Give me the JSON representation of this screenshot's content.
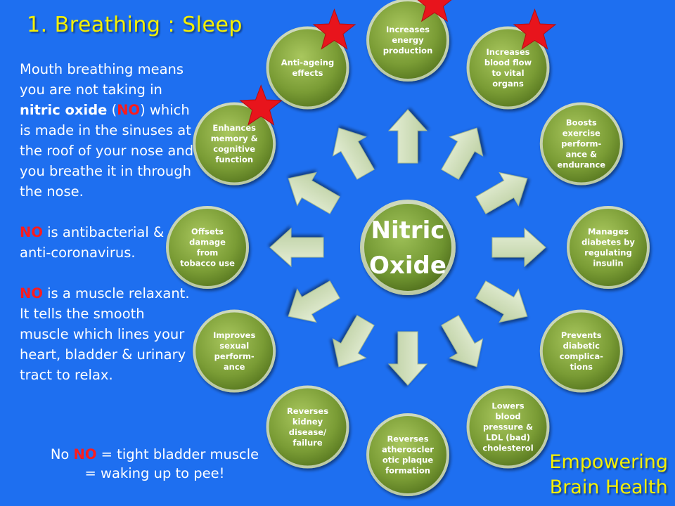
{
  "title": "1. Breathing : Sleep",
  "left_text": {
    "p1": {
      "before": "Mouth breathing means you are not taking in ",
      "bold": "nitric oxide",
      "open": " (",
      "abbr": "NO",
      "after": ") which is made in the sinuses at the roof of your nose and you breathe it in through the nose."
    },
    "p2": {
      "abbr": "NO",
      "text": " is antibacterial & anti-coronavirus."
    },
    "p3": {
      "abbr": "NO",
      "text": " is a muscle relaxant. It tells the smooth muscle which lines your heart, bladder & urinary tract to relax."
    }
  },
  "bottom_note": {
    "pre": "No ",
    "abbr": "NO",
    "line1_rest": " = tight bladder muscle",
    "line2": "= waking up to pee!"
  },
  "branding": {
    "line1": "Empowering",
    "line2": "Brain Health"
  },
  "diagram": {
    "center": {
      "line1": "Nitric",
      "line2": "Oxide"
    },
    "nodes": [
      {
        "lines": [
          "Increases",
          "energy",
          "production"
        ],
        "starred": true
      },
      {
        "lines": [
          "Increases",
          "blood flow",
          "to vital",
          "organs"
        ],
        "starred": true
      },
      {
        "lines": [
          "Boosts",
          "exercise",
          "perform-",
          "ance &",
          "endurance"
        ],
        "starred": false
      },
      {
        "lines": [
          "Manages",
          "diabetes by",
          "regulating",
          "insulin"
        ],
        "starred": false
      },
      {
        "lines": [
          "Prevents",
          "diabetic",
          "complica-",
          "tions"
        ],
        "starred": false
      },
      {
        "lines": [
          "Lowers",
          "blood",
          "pressure &",
          "LDL (bad)",
          "cholesterol"
        ],
        "starred": false
      },
      {
        "lines": [
          "Reverses",
          "atheroscler",
          "otic plaque",
          "formation"
        ],
        "starred": false
      },
      {
        "lines": [
          "Reverses",
          "kidney",
          "disease/",
          "failure"
        ],
        "starred": false
      },
      {
        "lines": [
          "Improves",
          "sexual",
          "perform-",
          "ance"
        ],
        "starred": false
      },
      {
        "lines": [
          "Offsets",
          "damage",
          "from",
          "tobacco use"
        ],
        "starred": false
      },
      {
        "lines": [
          "Enhances",
          "memory &",
          "cognitive",
          "function"
        ],
        "starred": true
      },
      {
        "lines": [
          "Anti-ageing",
          "effects"
        ],
        "starred": true
      }
    ]
  },
  "colors": {
    "background": "#1e6ff0",
    "title": "#f6f000",
    "highlight": "#ff1b1b",
    "node_green": "#7ea23b",
    "arrow_fill": "#d4e3bf",
    "star": "#e8141c"
  }
}
